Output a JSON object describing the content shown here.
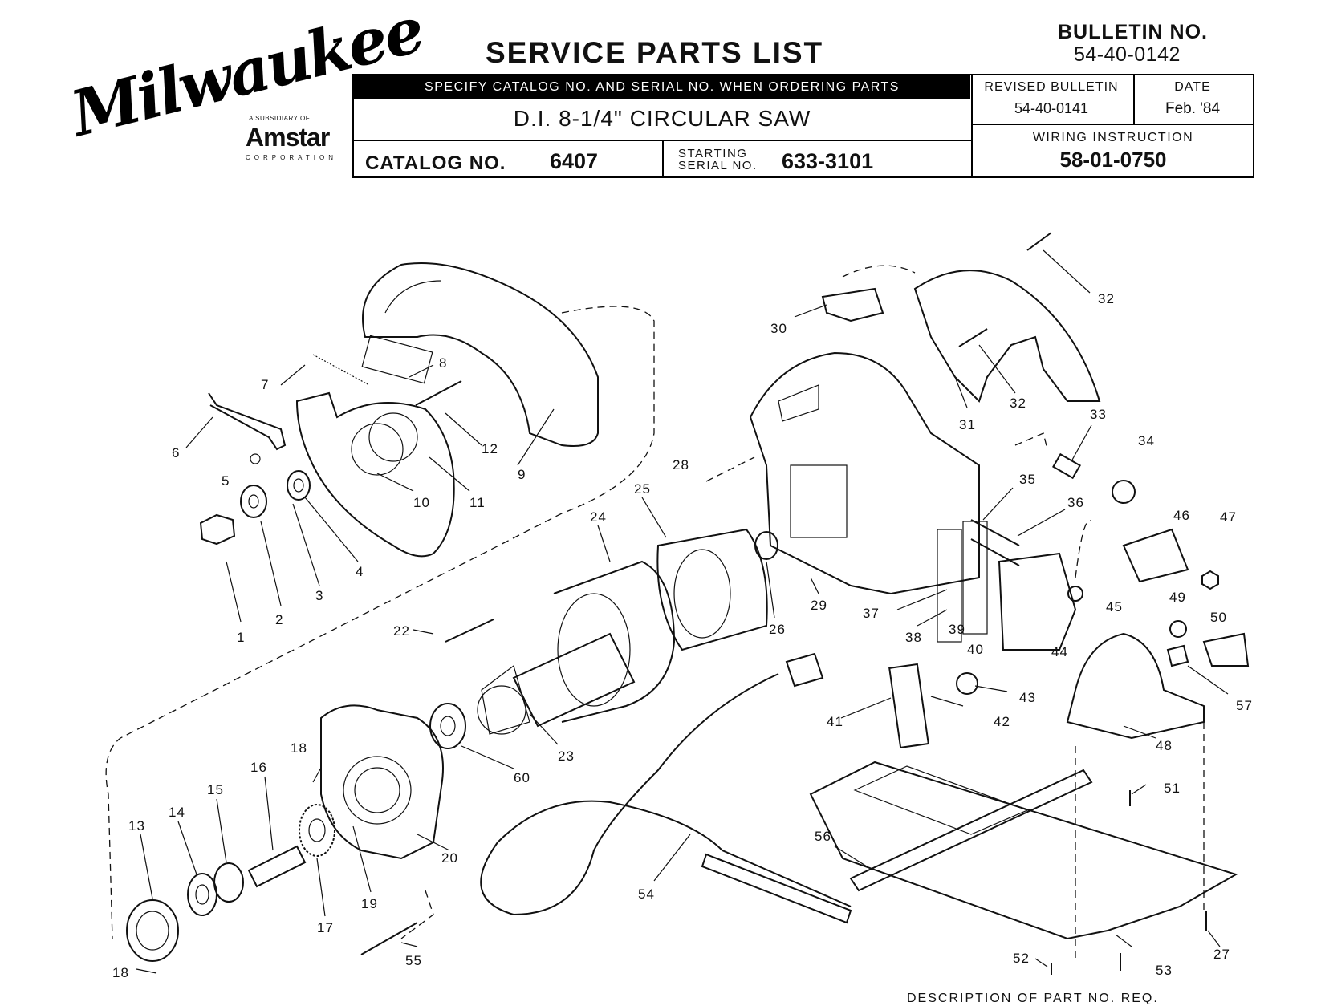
{
  "logo": {
    "brand": "Milwaukee",
    "subsidiary_note": "A SUBSIDIARY OF",
    "parent": "Amstar",
    "parent_suffix": "CORPORATION"
  },
  "title": "SERVICE PARTS LIST",
  "bulletin": {
    "label": "BULLETIN NO.",
    "number": "54-40-0142"
  },
  "header": {
    "instruction": "SPECIFY CATALOG NO. AND SERIAL NO. WHEN ORDERING PARTS",
    "product": "D.I. 8-1/4\" CIRCULAR SAW",
    "catalog_label": "CATALOG NO.",
    "catalog_no": "6407",
    "starting_serial_label_1": "STARTING",
    "starting_serial_label_2": "SERIAL NO.",
    "starting_serial_no": "633-3101",
    "revised_label": "REVISED BULLETIN",
    "revised_no": "54-40-0141",
    "date_label": "DATE",
    "date": "Feb. '84",
    "wiring_label": "WIRING INSTRUCTION",
    "wiring_no": "58-01-0750"
  },
  "callouts": [
    "1",
    "2",
    "3",
    "4",
    "5",
    "6",
    "7",
    "8",
    "9",
    "10",
    "11",
    "12",
    "13",
    "14",
    "15",
    "16",
    "17",
    "18",
    "18",
    "19",
    "20",
    "22",
    "23",
    "24",
    "25",
    "26",
    "27",
    "28",
    "29",
    "30",
    "31",
    "32",
    "32",
    "33",
    "34",
    "35",
    "36",
    "37",
    "38",
    "39",
    "40",
    "41",
    "42",
    "43",
    "44",
    "45",
    "46",
    "47",
    "48",
    "49",
    "50",
    "51",
    "52",
    "53",
    "54",
    "55",
    "56",
    "57",
    "60"
  ],
  "footer_fragment": "DESCRIPTION OF PART          NO. REQ."
}
